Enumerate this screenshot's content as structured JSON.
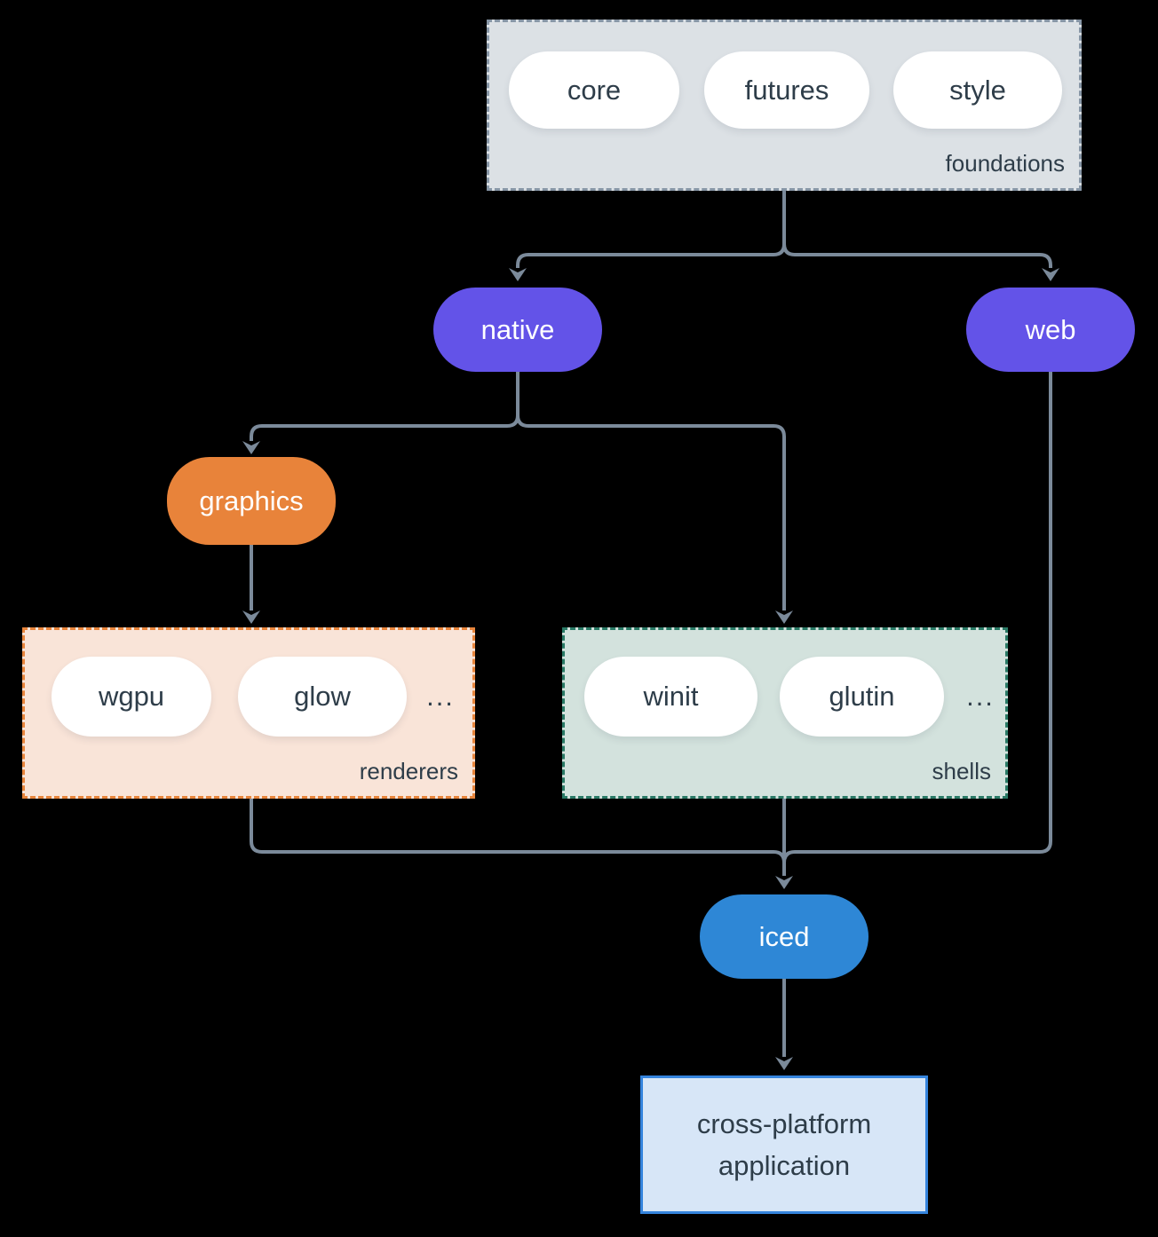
{
  "diagram": {
    "foundations": {
      "label": "foundations",
      "items": {
        "core": "core",
        "futures": "futures",
        "style": "style"
      }
    },
    "native": {
      "label": "native"
    },
    "web": {
      "label": "web"
    },
    "graphics": {
      "label": "graphics"
    },
    "renderers": {
      "label": "renderers",
      "items": {
        "wgpu": "wgpu",
        "glow": "glow"
      },
      "ellipsis": "..."
    },
    "shells": {
      "label": "shells",
      "items": {
        "winit": "winit",
        "glutin": "glutin"
      },
      "ellipsis": "..."
    },
    "iced": {
      "label": "iced"
    },
    "application": {
      "label": "cross-platform application"
    },
    "colors": {
      "background": "#000000",
      "connector": "#7b8a9a",
      "foundations_bg": "#dce1e5",
      "foundations_border": "#8796a6",
      "node_purple": "#6353e8",
      "node_orange": "#e8833a",
      "node_blue": "#2e87d6",
      "renderers_bg": "#f9e4d8",
      "renderers_border": "#e8853c",
      "shells_bg": "#d3e2dd",
      "shells_border": "#2a7a66",
      "app_bg": "#d7e6f7",
      "app_border": "#3584dd",
      "text_dark": "#2e3d49",
      "text_light": "#ffffff"
    }
  }
}
